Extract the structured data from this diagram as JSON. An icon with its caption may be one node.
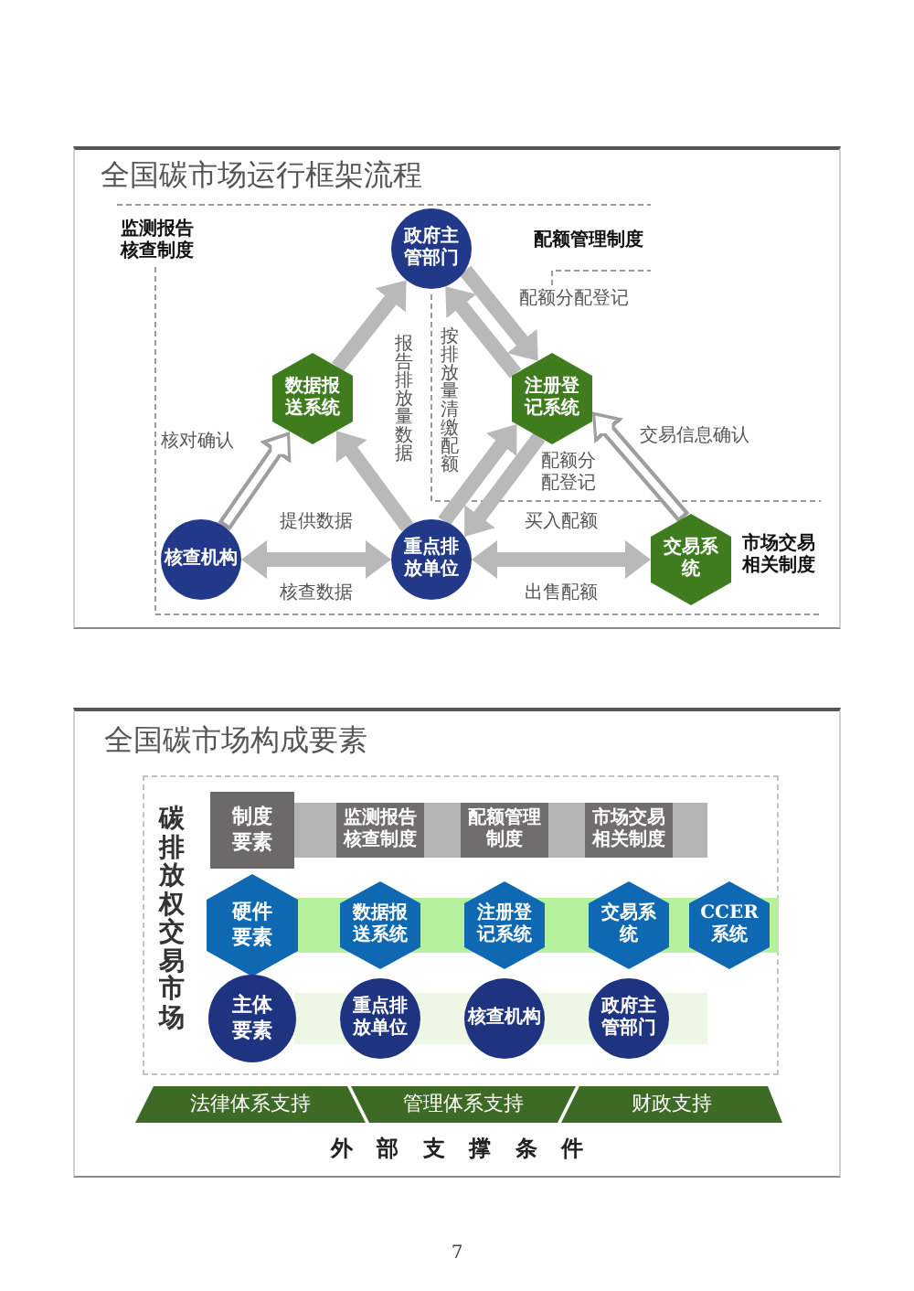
{
  "diagram": {
    "title": "全国碳市场运行框架流程",
    "nodes": [
      {
        "text": [
          "政府主管部门"
        ]
      },
      {
        "text": [
          "数据报送系统"
        ]
      },
      {
        "text": [
          "注册登记系统"
        ]
      },
      {
        "text": [
          "核查机构"
        ]
      },
      {
        "text": [
          "重点排放单位"
        ]
      },
      {
        "text": [
          "交易系统"
        ]
      },
      {
        "text": [
          "碳排放权交易市场"
        ]
      },
      {
        "text": [
          "制度要素"
        ],
        "in": 6
      },
      {
        "text": [
          "监测报告核查制度"
        ],
        "in": 6
      },
      {
        "text": [
          "配额管理制度"
        ],
        "in": 6
      },
      {
        "text": [
          "市场交易相关制度"
        ],
        "in": 6
      },
      {
        "text": [
          "硬件要素"
        ],
        "in": 6
      },
      {
        "text": [
          "数据报送系统"
        ],
        "in": 6
      },
      {
        "text": [
          "注册登记系统"
        ],
        "in": 6
      },
      {
        "text": [
          "交易系统"
        ],
        "in": 6
      },
      {
        "text": [
          "CCER系统"
        ],
        "in": 6
      },
      {
        "text": [
          "主体要素"
        ],
        "in": 6
      },
      {
        "text": [
          "重点排放单位"
        ],
        "in": 6
      },
      {
        "text": [
          "核查机构"
        ],
        "in": 6
      },
      {
        "text": [
          "政府主管部门"
        ],
        "in": 6
      },
      {
        "text": [
          "法律体系支持"
        ]
      },
      {
        "text": [
          "管理体系支持"
        ]
      },
      {
        "text": [
          "财政支持"
        ]
      }
    ],
    "edges": [
      {
        "from": 1,
        "to": 0,
        "arrow": "to"
      },
      {
        "from": 4,
        "to": 1,
        "arrow": "to",
        "label": "报告排放量数据"
      },
      {
        "from": 3,
        "to": 1,
        "arrow": "to",
        "label": "核对确认",
        "color": "#9e9e9e"
      },
      {
        "from": 0,
        "to": 2,
        "arrow": "to",
        "label": "配额分配登记"
      },
      {
        "from": 2,
        "to": 0,
        "arrow": "to",
        "label": "按排放量清缴配额"
      },
      {
        "from": 4,
        "to": 2,
        "arrow": "to"
      },
      {
        "from": 2,
        "to": 4,
        "arrow": "to",
        "label": "配额分配登记"
      },
      {
        "from": 5,
        "to": 2,
        "arrow": "to",
        "label": "交易信息确认",
        "color": "#9e9e9e"
      },
      {
        "from": 3,
        "to": 4,
        "arrow": "both",
        "label": "提供数据"
      },
      {
        "from": 4,
        "to": 5,
        "arrow": "both",
        "label": "买入配额"
      }
    ],
    "labels": [
      "监测报告核查制度",
      "配额管理制度",
      "市场交易相关制度",
      "核查数据",
      "出售配额",
      "全国碳市场构成要素",
      "外 部 支 撑 条 件",
      "7"
    ]
  }
}
